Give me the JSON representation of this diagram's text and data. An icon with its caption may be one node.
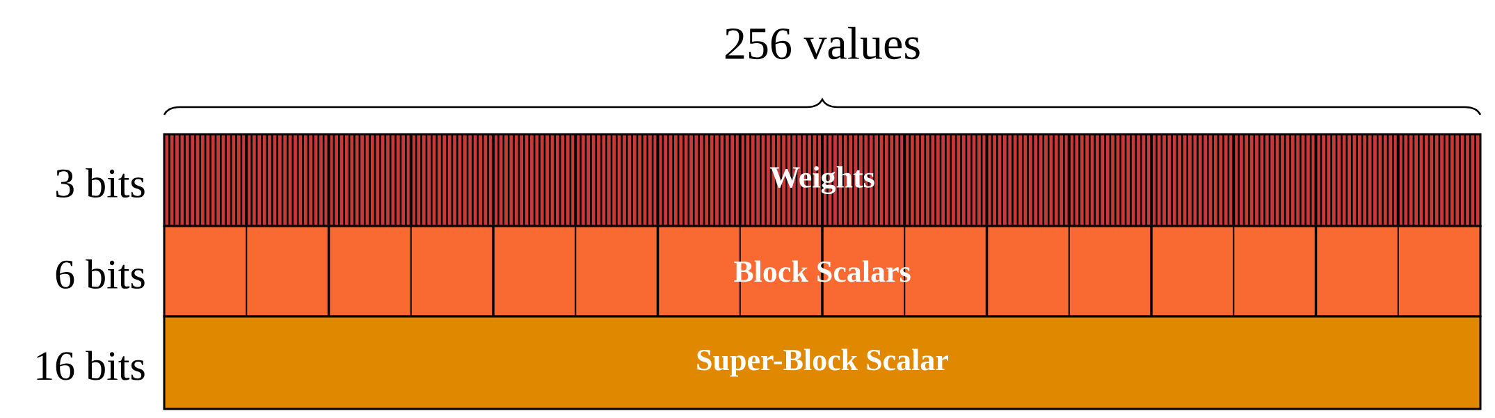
{
  "diagram": {
    "nodes": [
      {
        "text": [
          "Weights"
        ],
        "beside": [
          "3 bits"
        ]
      },
      {
        "text": [
          "Block Scalars"
        ],
        "beside": [
          "6 bits"
        ]
      },
      {
        "text": [
          "Super-Block Scalar"
        ],
        "beside": [
          "16 bits"
        ]
      }
    ],
    "labels": [
      "256 values"
    ]
  }
}
